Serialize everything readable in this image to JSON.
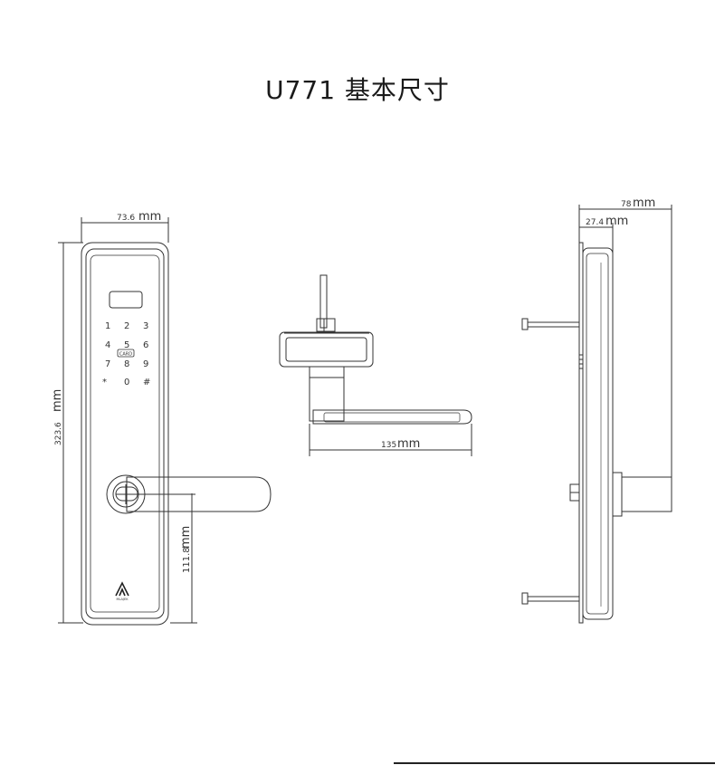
{
  "title": "U771 基本尺寸",
  "front_view": {
    "width_value": "73.6",
    "height_value": "323.6",
    "handle_drop_value": "111.8",
    "unit": "mm",
    "keypad": [
      "1",
      "2",
      "3",
      "4",
      "5",
      "6",
      "7",
      "8",
      "9",
      "*",
      "0",
      "#"
    ],
    "card_label": "CARD",
    "brand_text": "MLAJEK"
  },
  "top_view": {
    "handle_length_value": "135",
    "unit": "mm"
  },
  "side_view": {
    "total_depth_value": "78",
    "body_depth_value": "27.4",
    "unit": "mm"
  }
}
